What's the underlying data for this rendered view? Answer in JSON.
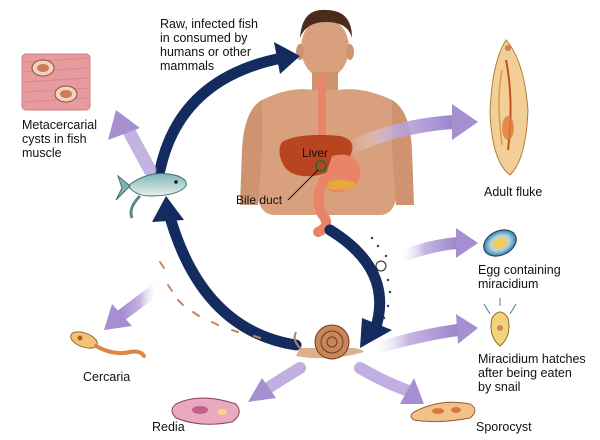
{
  "labels": {
    "raw_fish": "Raw, infected fish\nin consumed by\nhumans or other\nmammals",
    "cysts": "Metacercarial\ncysts in fish\nmuscle",
    "liver": "Liver",
    "bile_duct": "Bile duct",
    "adult_fluke": "Adult fluke",
    "egg": "Egg containing\nmiracidium",
    "miracidium": "Miracidium hatches\nafter being eaten\nby snail",
    "cercaria": "Cercaria",
    "redia": "Redia",
    "sporocyst": "Sporocyst"
  },
  "colors": {
    "cycle_arrow": "#132b5e",
    "stage_arrow": "#a58fd0",
    "skin": "#d9a07e",
    "liver": "#b8451f",
    "stomach": "#e98468",
    "fish_muscle": "#e79b9e",
    "snail_shell": "#c8865a"
  }
}
